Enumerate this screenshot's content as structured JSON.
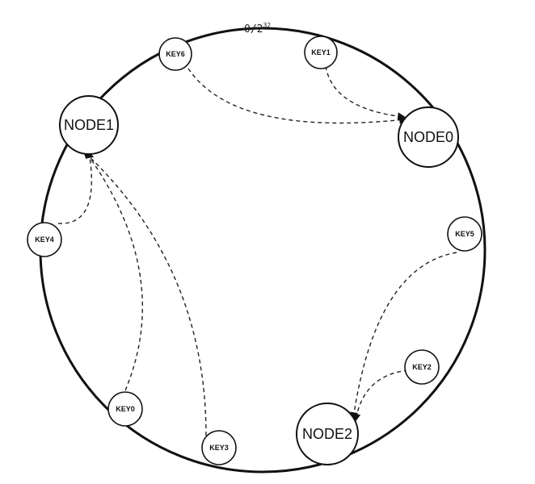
{
  "ring": {
    "label_base": "0/2",
    "label_exponent": "32"
  },
  "nodes": [
    {
      "id": "node0",
      "label": "NODE0"
    },
    {
      "id": "node1",
      "label": "NODE1"
    },
    {
      "id": "node2",
      "label": "NODE2"
    }
  ],
  "keys": [
    {
      "id": "key6",
      "label": "KEY6"
    },
    {
      "id": "key1",
      "label": "KEY1"
    },
    {
      "id": "key4",
      "label": "KEY4"
    },
    {
      "id": "key5",
      "label": "KEY5"
    },
    {
      "id": "key2",
      "label": "KEY2"
    },
    {
      "id": "key0",
      "label": "KEY0"
    },
    {
      "id": "key3",
      "label": "KEY3"
    }
  ],
  "assignments": [
    {
      "from": "key6",
      "to": "node0"
    },
    {
      "from": "key1",
      "to": "node0"
    },
    {
      "from": "key4",
      "to": "node1"
    },
    {
      "from": "key0",
      "to": "node1"
    },
    {
      "from": "key3",
      "to": "node1"
    },
    {
      "from": "key5",
      "to": "node2"
    },
    {
      "from": "key2",
      "to": "node2"
    }
  ]
}
